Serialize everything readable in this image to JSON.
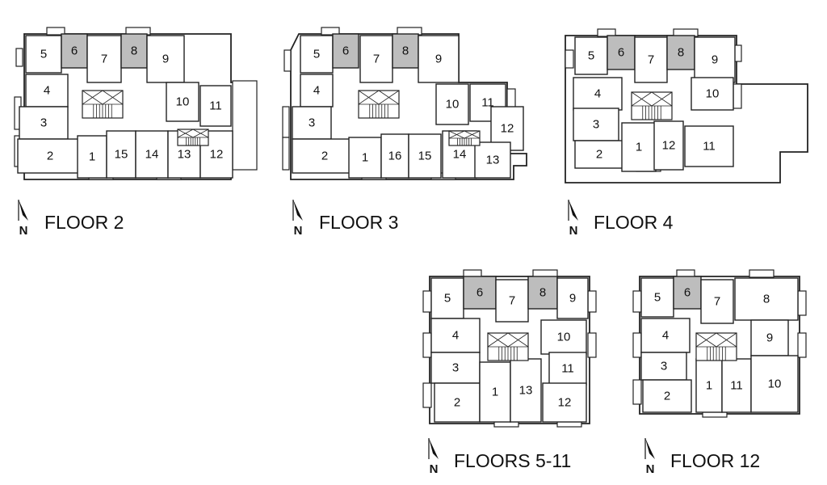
{
  "colors": {
    "highlight": "#bdbdbd",
    "line": "#222222",
    "paper": "#ffffff"
  },
  "north_symbol": {
    "icon": "north-arrow-icon",
    "letter": "N"
  },
  "plans": [
    {
      "id": "floor-2",
      "caption": "FLOOR 2",
      "units": [
        "5",
        "6",
        "7",
        "8",
        "9",
        "4",
        "10",
        "11",
        "3",
        "2",
        "1",
        "15",
        "14",
        "13",
        "12"
      ],
      "highlighted": [
        "6",
        "8"
      ]
    },
    {
      "id": "floor-3",
      "caption": "FLOOR 3",
      "units": [
        "5",
        "6",
        "7",
        "8",
        "9",
        "4",
        "10",
        "11",
        "12",
        "3",
        "2",
        "1",
        "16",
        "15",
        "14",
        "13"
      ],
      "highlighted": [
        "6",
        "8"
      ]
    },
    {
      "id": "floor-4",
      "caption": "FLOOR 4",
      "units": [
        "5",
        "6",
        "7",
        "8",
        "9",
        "4",
        "10",
        "3",
        "2",
        "1",
        "12",
        "11"
      ],
      "highlighted": [
        "6",
        "8"
      ]
    },
    {
      "id": "floors-5-11",
      "caption": "FLOORS 5-11",
      "units": [
        "5",
        "6",
        "7",
        "8",
        "9",
        "4",
        "10",
        "3",
        "11",
        "2",
        "1",
        "13",
        "12"
      ],
      "highlighted": [
        "6",
        "8"
      ]
    },
    {
      "id": "floor-12",
      "caption": "FLOOR 12",
      "units": [
        "5",
        "6",
        "7",
        "8",
        "4",
        "9",
        "3",
        "2",
        "1",
        "11",
        "10"
      ],
      "highlighted": [
        "6"
      ]
    }
  ]
}
